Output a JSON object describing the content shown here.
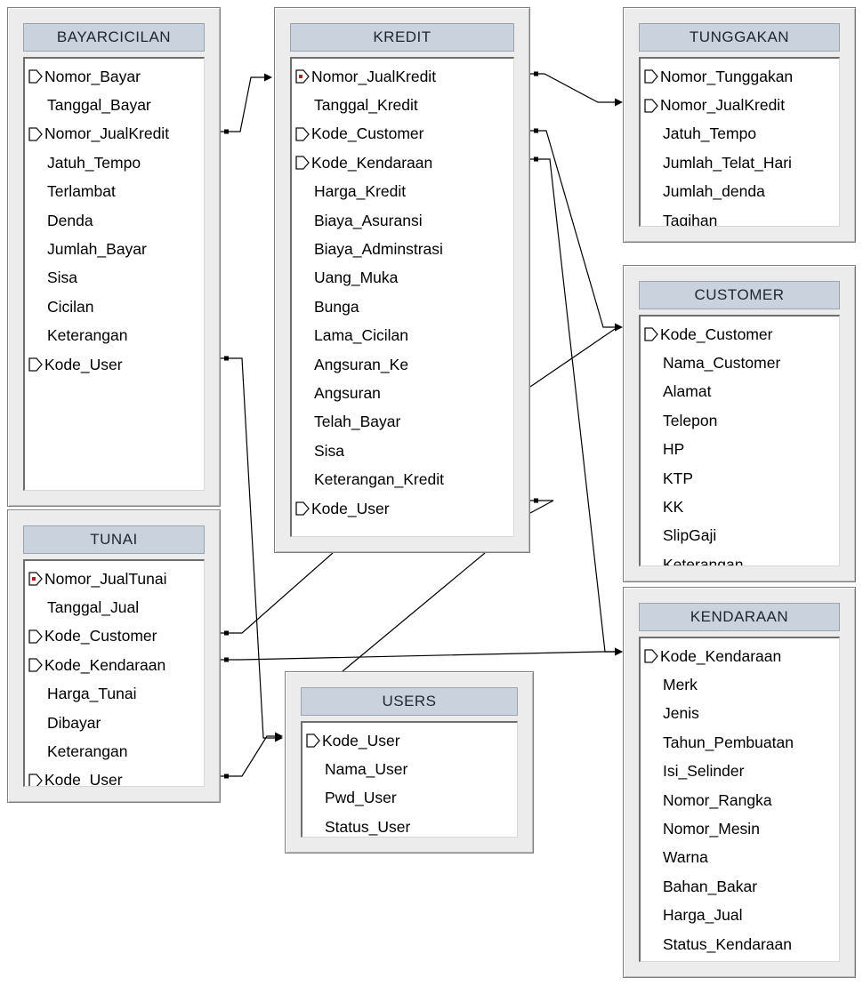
{
  "tables": {
    "bayarcicilan": {
      "title": "BAYARCICILAN",
      "fields": [
        {
          "name": "Nomor_Bayar",
          "key": "key"
        },
        {
          "name": "Tanggal_Bayar",
          "key": "none"
        },
        {
          "name": "Nomor_JualKredit",
          "key": "key"
        },
        {
          "name": "Jatuh_Tempo",
          "key": "none"
        },
        {
          "name": "Terlambat",
          "key": "none"
        },
        {
          "name": "Denda",
          "key": "none"
        },
        {
          "name": "Jumlah_Bayar",
          "key": "none"
        },
        {
          "name": "Sisa",
          "key": "none"
        },
        {
          "name": "Cicilan",
          "key": "none"
        },
        {
          "name": "Keterangan",
          "key": "none"
        },
        {
          "name": "Kode_User",
          "key": "key"
        }
      ]
    },
    "kredit": {
      "title": "KREDIT",
      "fields": [
        {
          "name": "Nomor_JualKredit",
          "key": "primary"
        },
        {
          "name": "Tanggal_Kredit",
          "key": "none"
        },
        {
          "name": "Kode_Customer",
          "key": "key"
        },
        {
          "name": "Kode_Kendaraan",
          "key": "key"
        },
        {
          "name": "Harga_Kredit",
          "key": "none"
        },
        {
          "name": "Biaya_Asuransi",
          "key": "none"
        },
        {
          "name": "Biaya_Adminstrasi",
          "key": "none"
        },
        {
          "name": "Uang_Muka",
          "key": "none"
        },
        {
          "name": "Bunga",
          "key": "none"
        },
        {
          "name": "Lama_Cicilan",
          "key": "none"
        },
        {
          "name": "Angsuran_Ke",
          "key": "none"
        },
        {
          "name": "Angsuran",
          "key": "none"
        },
        {
          "name": "Telah_Bayar",
          "key": "none"
        },
        {
          "name": "Sisa",
          "key": "none"
        },
        {
          "name": "Keterangan_Kredit",
          "key": "none"
        },
        {
          "name": "Kode_User",
          "key": "key"
        }
      ]
    },
    "tunggakan": {
      "title": "TUNGGAKAN",
      "fields": [
        {
          "name": "Nomor_Tunggakan",
          "key": "key"
        },
        {
          "name": "Nomor_JualKredit",
          "key": "key"
        },
        {
          "name": "Jatuh_Tempo",
          "key": "none"
        },
        {
          "name": "Jumlah_Telat_Hari",
          "key": "none"
        },
        {
          "name": "Jumlah_denda",
          "key": "none"
        },
        {
          "name": "Tagihan",
          "key": "none"
        }
      ]
    },
    "customer": {
      "title": "CUSTOMER",
      "fields": [
        {
          "name": "Kode_Customer",
          "key": "key"
        },
        {
          "name": "Nama_Customer",
          "key": "none"
        },
        {
          "name": "Alamat",
          "key": "none"
        },
        {
          "name": "Telepon",
          "key": "none"
        },
        {
          "name": "HP",
          "key": "none"
        },
        {
          "name": "KTP",
          "key": "none"
        },
        {
          "name": "KK",
          "key": "none"
        },
        {
          "name": "SlipGaji",
          "key": "none"
        },
        {
          "name": "Keterangan",
          "key": "none"
        }
      ]
    },
    "tunai": {
      "title": "TUNAI",
      "fields": [
        {
          "name": "Nomor_JualTunai",
          "key": "primary"
        },
        {
          "name": "Tanggal_Jual",
          "key": "none"
        },
        {
          "name": "Kode_Customer",
          "key": "key"
        },
        {
          "name": "Kode_Kendaraan",
          "key": "key"
        },
        {
          "name": "Harga_Tunai",
          "key": "none"
        },
        {
          "name": "Dibayar",
          "key": "none"
        },
        {
          "name": "Keterangan",
          "key": "none"
        },
        {
          "name": "Kode_User",
          "key": "key"
        }
      ]
    },
    "users": {
      "title": "USERS",
      "fields": [
        {
          "name": "Kode_User",
          "key": "key"
        },
        {
          "name": "Nama_User",
          "key": "none"
        },
        {
          "name": "Pwd_User",
          "key": "none"
        },
        {
          "name": "Status_User",
          "key": "none"
        }
      ]
    },
    "kendaraan": {
      "title": "KENDARAAN",
      "fields": [
        {
          "name": "Kode_Kendaraan",
          "key": "key"
        },
        {
          "name": "Merk",
          "key": "none"
        },
        {
          "name": "Jenis",
          "key": "none"
        },
        {
          "name": "Tahun_Pembuatan",
          "key": "none"
        },
        {
          "name": "Isi_Selinder",
          "key": "none"
        },
        {
          "name": "Nomor_Rangka",
          "key": "none"
        },
        {
          "name": "Nomor_Mesin",
          "key": "none"
        },
        {
          "name": "Warna",
          "key": "none"
        },
        {
          "name": "Bahan_Bakar",
          "key": "none"
        },
        {
          "name": "Harga_Jual",
          "key": "none"
        },
        {
          "name": "Status_Kendaraan",
          "key": "none"
        }
      ]
    }
  },
  "relations": [
    {
      "from": "bayarcicilan.Nomor_JualKredit",
      "to": "kredit.Nomor_JualKredit"
    },
    {
      "from": "kredit.Nomor_JualKredit",
      "to": "tunggakan.Nomor_JualKredit"
    },
    {
      "from": "kredit.Kode_Customer",
      "to": "customer.Kode_Customer"
    },
    {
      "from": "kredit.Kode_Kendaraan",
      "to": "kendaraan.Kode_Kendaraan"
    },
    {
      "from": "kredit.Kode_User",
      "to": "users.Kode_User"
    },
    {
      "from": "bayarcicilan.Kode_User",
      "to": "users.Kode_User"
    },
    {
      "from": "tunai.Kode_Customer",
      "to": "customer.Kode_Customer"
    },
    {
      "from": "tunai.Kode_Kendaraan",
      "to": "kendaraan.Kode_Kendaraan"
    },
    {
      "from": "tunai.Kode_User",
      "to": "users.Kode_User"
    }
  ],
  "colors": {
    "title_fill": "#c9d2dd",
    "box_fill": "#ececec",
    "line": "#000000"
  }
}
